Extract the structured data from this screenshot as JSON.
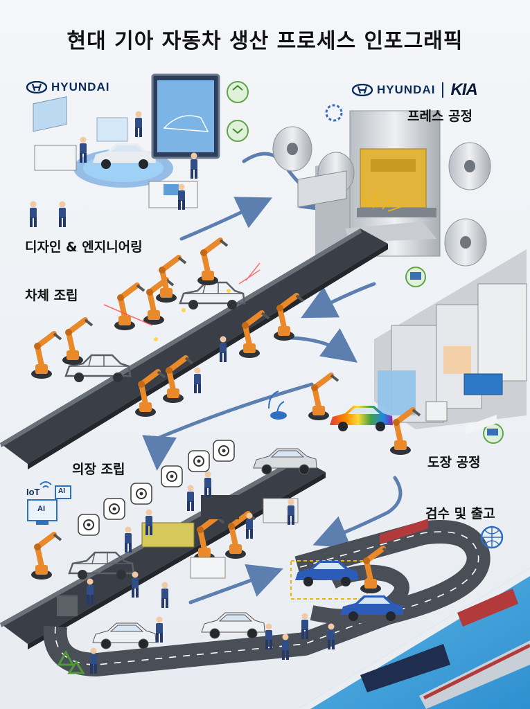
{
  "title": "현대 기아 자동차 생산 프로세스 인포그래픽",
  "brands": {
    "hyundai": "HYUNDAI",
    "kia": "KIA"
  },
  "stages": {
    "design": "디자인 & 엔지니어링",
    "press": "프레스 공정",
    "body": "차체 조립",
    "paint": "도장 공정",
    "trim": "의장 조립",
    "inspection": "검수 및 출고"
  },
  "icons": {
    "iot_label": "IoT",
    "ai_label": "AI",
    "ai_screen_label": "AI"
  },
  "colors": {
    "robot_orange": "#e9892a",
    "belt_dark": "#3a3f47",
    "road": "#4a4f57",
    "machine_grey": "#d9dce0",
    "sea": "#3ea0d8",
    "flow_arrow": "#5d7fb0",
    "brand_navy": "#0a2a5c"
  }
}
